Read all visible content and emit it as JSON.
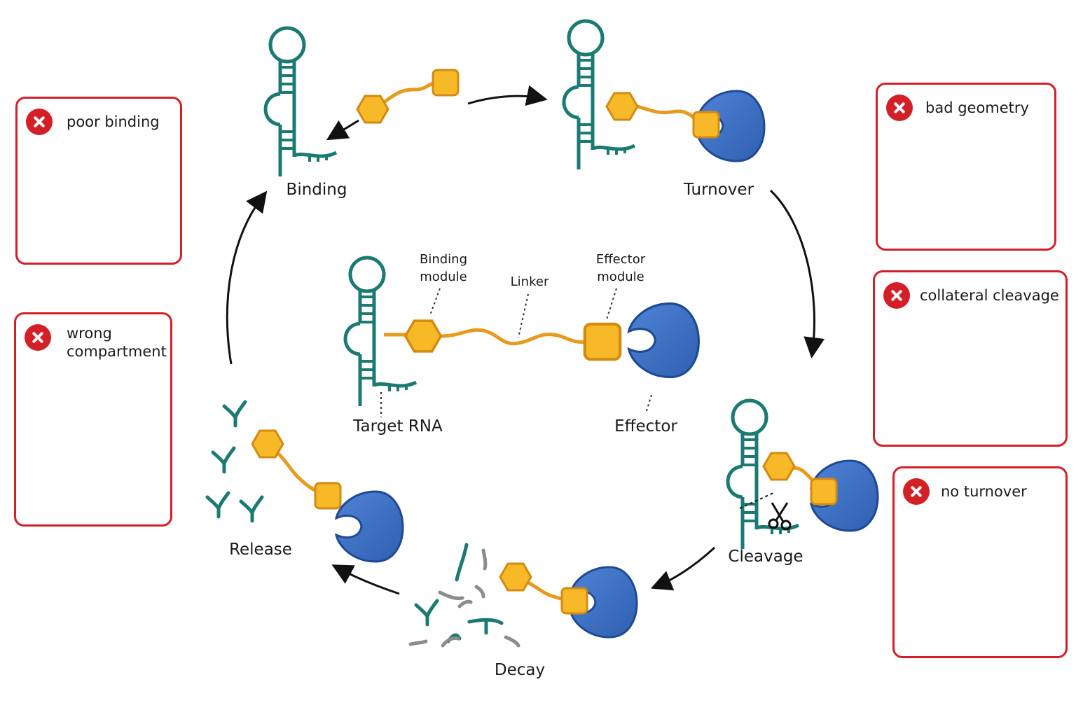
{
  "cycle": {
    "stages": {
      "binding": "Binding",
      "turnover": "Turnover",
      "cleavage": "Cleavage",
      "decay": "Decay",
      "release": "Release"
    }
  },
  "construct": {
    "target_rna": "Target RNA",
    "binding_module": "Binding module",
    "binding_module_line1": "Binding",
    "binding_module_line2": "module",
    "linker": "Linker",
    "effector_module_line1": "Effector",
    "effector_module_line2": "module",
    "effector": "Effector"
  },
  "failure_modes": [
    {
      "title": "poor binding"
    },
    {
      "title_line1": "wrong",
      "title_line2": "compartment"
    },
    {
      "title": "bad geometry"
    },
    {
      "title": "collateral cleavage"
    },
    {
      "title": "no turnover"
    }
  ],
  "colors": {
    "rna": "#1b7a72",
    "binding_module": "#f7b928",
    "linker": "#e69b1e",
    "effector": "#3e6fc1",
    "error": "#d32027",
    "fragment_gray": "#8c8c8c"
  }
}
